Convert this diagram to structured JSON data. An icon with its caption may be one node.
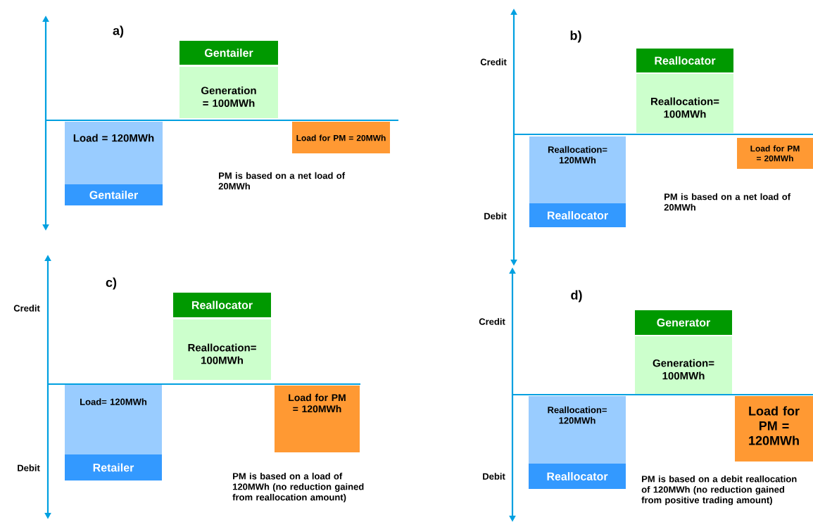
{
  "diagram": {
    "nodes": [
      {
        "text": [
          "Gentailer",
          "Generation = 100MWh"
        ]
      },
      {
        "text": [
          "Load = 120MWh",
          "Gentailer"
        ]
      },
      {
        "text": [
          "Load for PM = 20MWh"
        ]
      },
      {
        "text": [
          "Reallocator",
          "Reallocation= 100MWh"
        ]
      },
      {
        "text": [
          "Reallocation= 120MWh",
          "Reallocator"
        ]
      },
      {
        "text": [
          "Load for PM = 20MWh"
        ]
      },
      {
        "text": [
          "Reallocator",
          "Reallocation= 100MWh"
        ]
      },
      {
        "text": [
          "Load= 120MWh",
          "Retailer"
        ]
      },
      {
        "text": [
          "Load for PM = 120MWh"
        ]
      },
      {
        "text": [
          "Generator",
          "Generation= 100MWh"
        ]
      },
      {
        "text": [
          "Reallocation= 120MWh",
          "Reallocator"
        ]
      },
      {
        "text": [
          "Load for PM = 120MWh"
        ]
      }
    ],
    "labels": [
      "a)",
      "PM is based on a net load of 20MWh",
      "Credit",
      "b)",
      "Debit",
      "PM is based on a net load of 20MWh",
      "c)",
      "Credit",
      "Debit",
      "PM is based on a load of 120MWh (no reduction gained from reallocation amount)",
      "d)",
      "Credit",
      "Debit",
      "PM is based on a debit reallocation of 120MWh (no reduction gained from positive trading amount)"
    ]
  }
}
